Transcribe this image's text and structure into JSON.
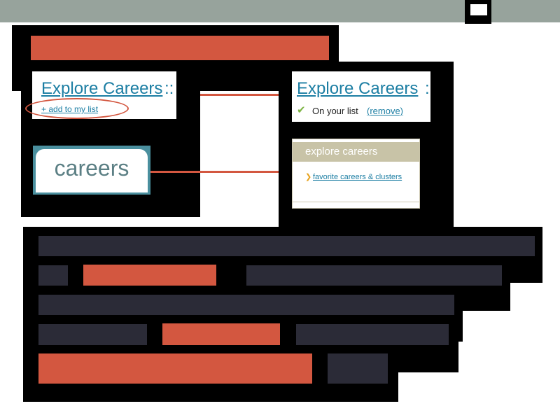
{
  "card_a": {
    "title": "Explore Careers",
    "title_separator": "::",
    "add_link": "+ add to my list"
  },
  "careers_tab": {
    "label": "careers"
  },
  "card_b": {
    "title": "Explore Careers",
    "title_separator": ":",
    "on_list_text": "On your list",
    "remove_link": "(remove)"
  },
  "explore_box": {
    "header": "explore careers",
    "items": [
      {
        "label": "favorite careers & clusters"
      }
    ]
  },
  "colors": {
    "accent": "#d35740",
    "link": "#1c7ea3",
    "redaction": "#2b2b37",
    "top_bar": "#97a39c"
  },
  "icons": {
    "check": "check-icon",
    "chevron": "chevron-right-icon"
  }
}
